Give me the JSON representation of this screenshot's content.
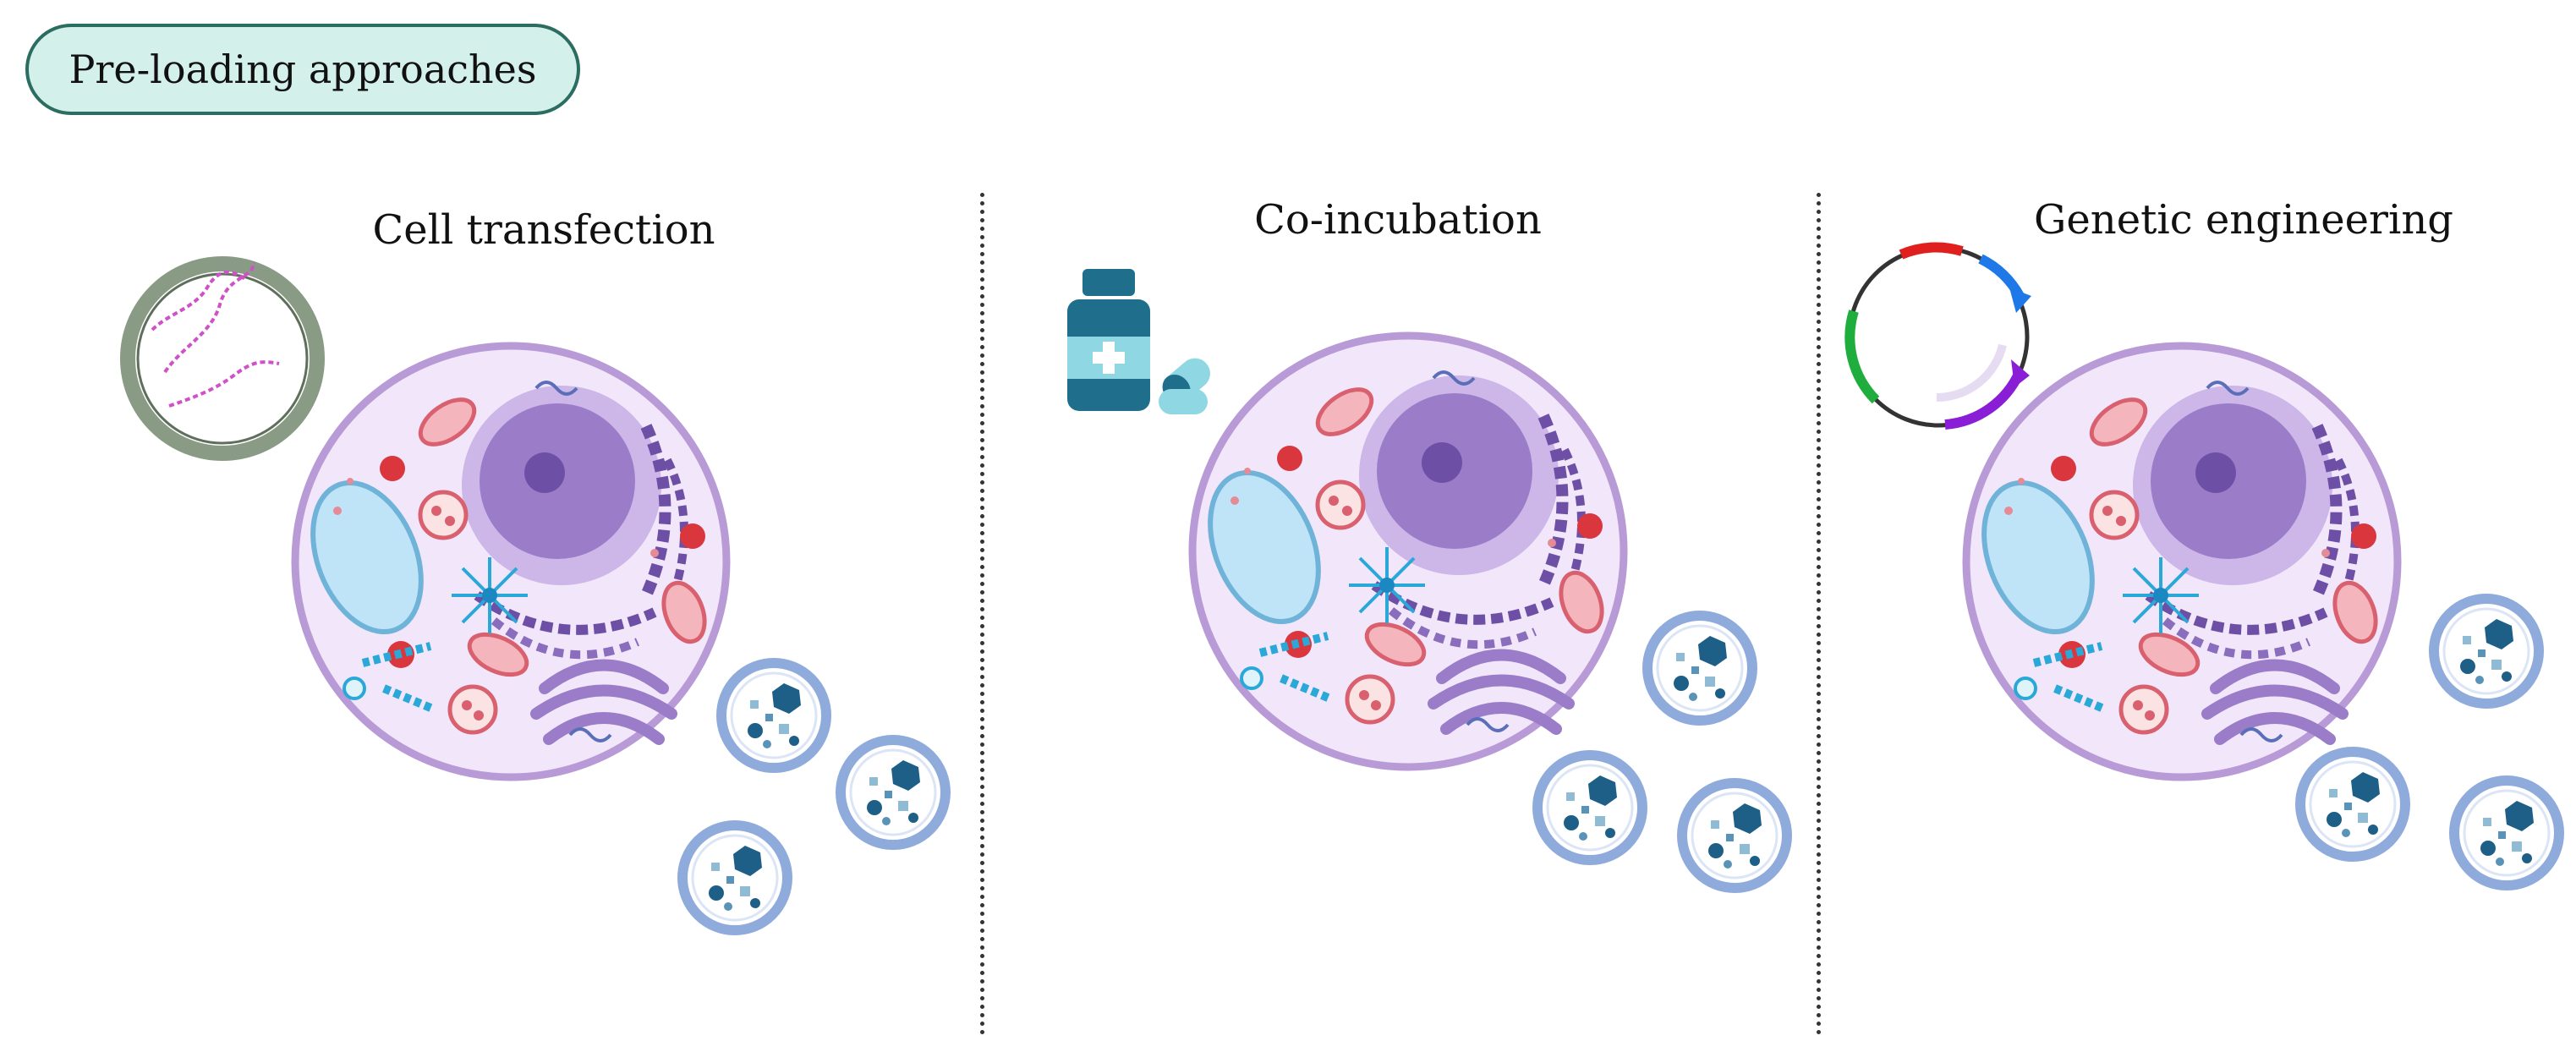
{
  "header": {
    "label": "Pre-loading approaches"
  },
  "panels": [
    {
      "title": "Cell transfection",
      "tool": "transfection-vector-icon"
    },
    {
      "title": "Co-incubation",
      "tool": "drug-bottle-icon"
    },
    {
      "title": "Genetic engineering",
      "tool": "plasmid-icon"
    }
  ],
  "colors": {
    "header_fill": "#d3f1ea",
    "header_border": "#2c6d62",
    "cell_membrane": "#b89ad6",
    "cell_fill": "#f2e7fa",
    "nucleus": "#6e4fa6",
    "vesicle_border": "#8fabdb",
    "cargo": "#1d5f86",
    "drug": "#1f6f8c"
  }
}
